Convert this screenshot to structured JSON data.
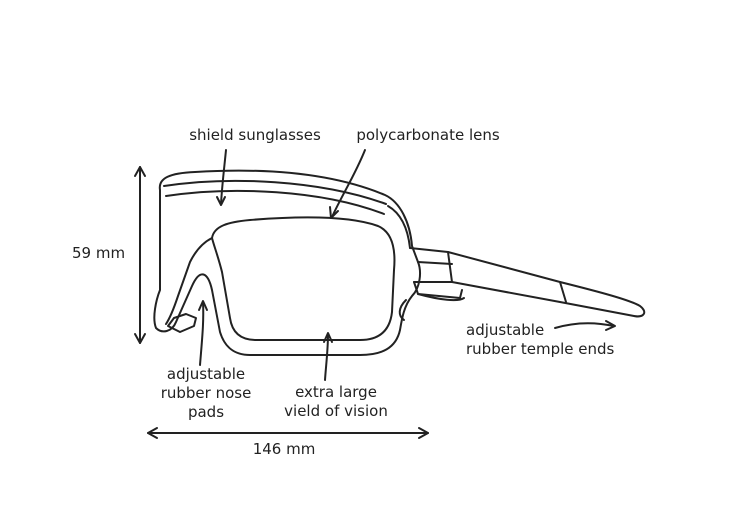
{
  "diagram": {
    "labels": {
      "shield": "shield sunglasses",
      "lens": "polycarbonate lens",
      "height": "59 mm",
      "width": "146 mm",
      "temple_line1": "adjustable",
      "temple_line2": "rubber temple ends",
      "nose_line1": "adjustable",
      "nose_line2": "rubber nose",
      "nose_line3": "pads",
      "vision_line1": "extra large",
      "vision_line2": "vield of vision"
    },
    "colors": {
      "line": "#222222",
      "background": "#ffffff"
    }
  }
}
